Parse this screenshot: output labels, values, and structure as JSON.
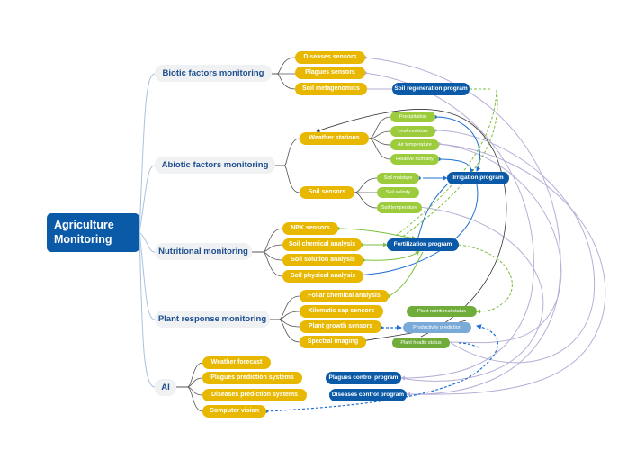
{
  "root": {
    "title": "Agriculture Monitoring"
  },
  "branches": {
    "biotic": "Biotic factors monitoring",
    "abiotic": "Abiotic factors monitoring",
    "nutritional": "Nutritional monitoring",
    "plant_response": "Plant response monitoring",
    "ai": "AI"
  },
  "biotic": {
    "diseases_sensors": "Diseases sensors",
    "plagues_sensors": "Plagues sensors",
    "soil_metagenomics": "Soil metagenomics"
  },
  "abiotic": {
    "weather_stations": "Weather stations",
    "soil_sensors": "Soil sensors",
    "weather": {
      "precipitation": "Precipitation",
      "leaf_moisture": "Leaf moisture",
      "air_temperature": "Air temperature",
      "relative_humidity": "Relative humidity"
    },
    "soil": {
      "soil_moisture": "Soil moisture",
      "soil_salinity": "Soil salinity",
      "soil_temperature": "Soil temperature"
    }
  },
  "nutritional": {
    "npk_sensors": "NPK sensors",
    "soil_chemical_analysis": "Soil chemical analysis",
    "soil_solution_analysis": "Soil solution analysis",
    "soil_physical_analysis": "Soil physical analysis"
  },
  "plant_response": {
    "foliar_chemical_analysis": "Foliar chemical analysis",
    "xilematic_sap_sensors": "Xilematic sap sensors",
    "plant_growth_sensors": "Plant growth sensors",
    "spectral_imaging": "Spectral imaging"
  },
  "ai": {
    "weather_forecast": "Weather forecast",
    "plagues_prediction_systems": "Plagues prediction systems",
    "diseases_prediction_systems": "Diseases prediction systems",
    "computer_vision": "Computer vision"
  },
  "programs": {
    "soil_regeneration": "Soil regeneration program",
    "irrigation": "Irrigation program",
    "fertilization": "Fertilization program",
    "plagues_control": "Plagues control program",
    "diseases_control": "Diseases control program"
  },
  "statuses": {
    "plant_nutritional_status": "Plant nutritional status",
    "productivity_prediction": "Productivity prediction",
    "plant_health_status": "Plant health status"
  },
  "colors": {
    "root": "#0b5aa8",
    "branch_bg": "#f0f1f3",
    "branch_text": "#1d4e8f",
    "sensor": "#e8b800",
    "sub_sensor": "#9ccc3c",
    "status": "#6fac3a",
    "program": "#0b5aa8",
    "prediction": "#7aaad8",
    "tree_line": "#a9c2e0",
    "purple_link": "#b7aed6",
    "green_link": "#7bbf3a",
    "blue_link": "#1f6fd1"
  }
}
